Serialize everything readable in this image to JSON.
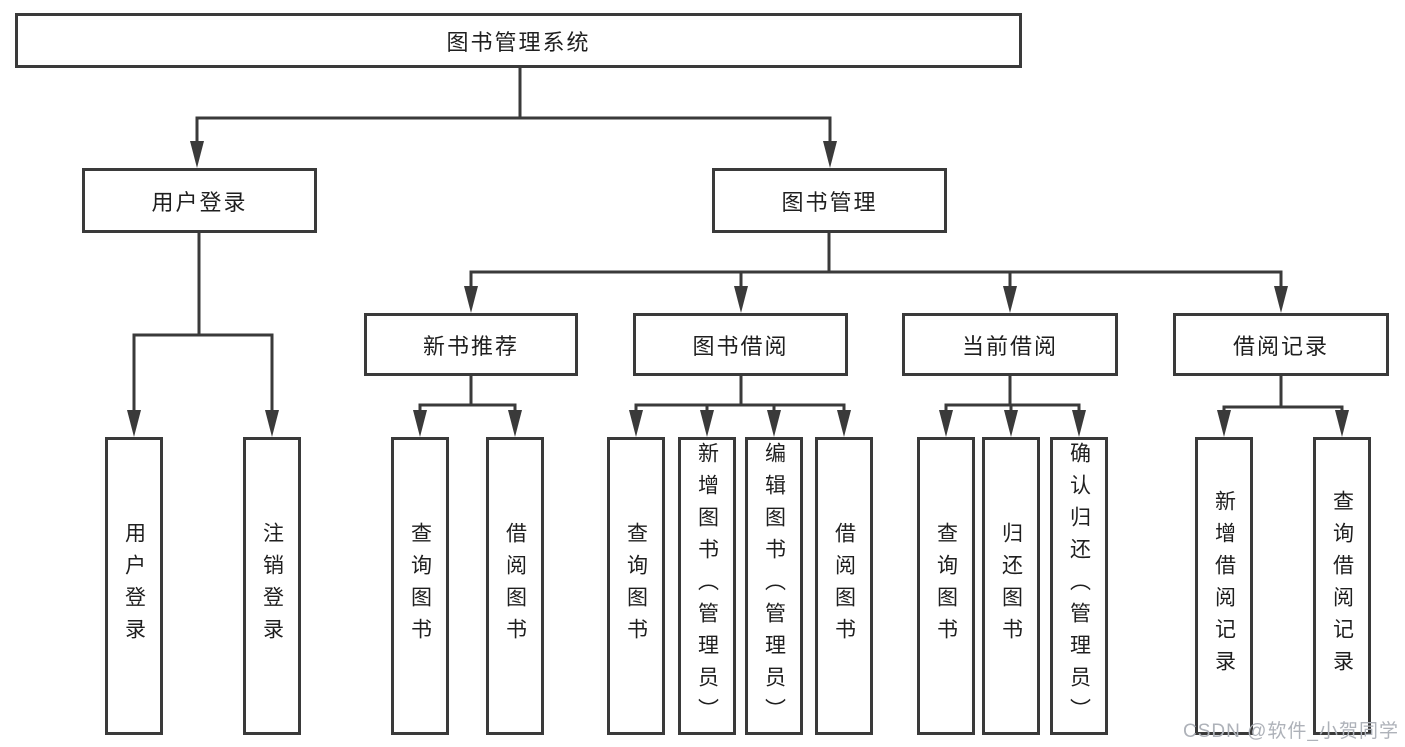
{
  "tree": {
    "label": "图书管理系统",
    "children": [
      {
        "label": "用户登录",
        "children": [
          {
            "label": "用户登录"
          },
          {
            "label": "注销登录"
          }
        ]
      },
      {
        "label": "图书管理",
        "children": [
          {
            "label": "新书推荐",
            "children": [
              {
                "label": "查询图书"
              },
              {
                "label": "借阅图书"
              }
            ]
          },
          {
            "label": "图书借阅",
            "children": [
              {
                "label": "查询图书"
              },
              {
                "label": "新增图书（管理员）"
              },
              {
                "label": "编辑图书（管理员）"
              },
              {
                "label": "借阅图书"
              }
            ]
          },
          {
            "label": "当前借阅",
            "children": [
              {
                "label": "查询图书"
              },
              {
                "label": "归还图书"
              },
              {
                "label": "确认归还（管理员）"
              }
            ]
          },
          {
            "label": "借阅记录",
            "children": [
              {
                "label": "新增借阅记录"
              },
              {
                "label": "查询借阅记录"
              }
            ]
          }
        ]
      }
    ]
  },
  "watermark": {
    "text": "CSDN @软件_小贺同学"
  },
  "colors": {
    "line": "#3a3a3a",
    "text": "#1f1f1f",
    "background": "#ffffff",
    "watermark": "#aeb2b9"
  }
}
